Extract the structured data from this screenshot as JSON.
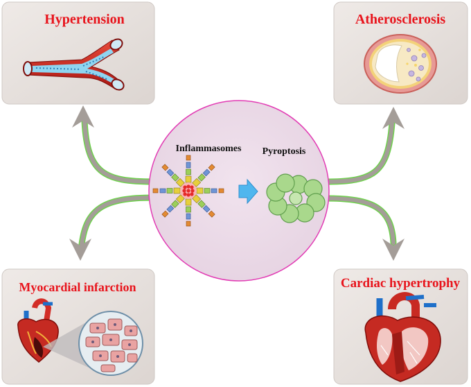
{
  "panels": {
    "hypertension": "Hypertension",
    "atherosclerosis": "Atherosclerosis",
    "myocardial_infarction": "Myocardial infarction",
    "cardiac_hypertrophy": "Cardiac hypertrophy"
  },
  "center": {
    "inflammasomes": "Inflammasomes",
    "pyroptosis": "Pyroptosis"
  },
  "colors": {
    "title_red": "#e8141c",
    "panel_fill": "#e9e4e1",
    "circle_fill": "#ecdbe8",
    "circle_stroke": "#e23bb4",
    "arrow_gray": "#a49d98",
    "arrow_green": "#6fd24d",
    "blue_arrow": "#4fb6ee",
    "cell_green": "#a9d88c"
  },
  "icons": [
    "blood-vessel-icon",
    "artery-plaque-icon",
    "heart-infarct-icon",
    "heart-hypertrophy-icon",
    "inflammasome-icon",
    "pyroptosis-ring-icon",
    "right-arrow-icon"
  ]
}
